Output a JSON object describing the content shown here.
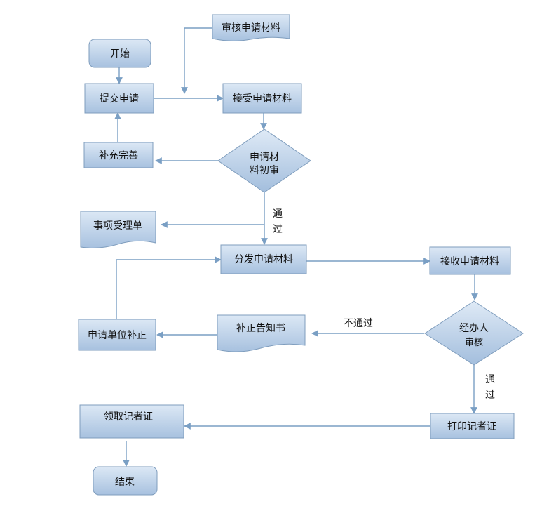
{
  "colors": {
    "node_fill_top": "#d9e6f4",
    "node_fill_bottom": "#a9c3e0",
    "node_stroke": "#7f9dbd",
    "connector": "#7a9fc4",
    "text": "#111111"
  },
  "nodes": {
    "start": "开始",
    "review_materials": "审核申请材料",
    "submit_application": "提交申请",
    "accept_materials": "接受申请材料",
    "supplement": "补充完善",
    "initial_review_line1": "申请材",
    "initial_review_line2": "料初审",
    "acceptance_form": "事项受理单",
    "distribute_materials": "分发申请材料",
    "receive_materials": "接收申请材料",
    "unit_correction": "申请单位补正",
    "correction_notice": "补正告知书",
    "handler_review_line1": "经办人",
    "handler_review_line2": "审核",
    "print_card": "打印记者证",
    "collect_card": "领取记者证",
    "end": "结束"
  },
  "edge_labels": {
    "pass_1_line1": "通",
    "pass_1_line2": "过",
    "fail": "不通过",
    "pass_2_line1": "通",
    "pass_2_line2": "过"
  }
}
